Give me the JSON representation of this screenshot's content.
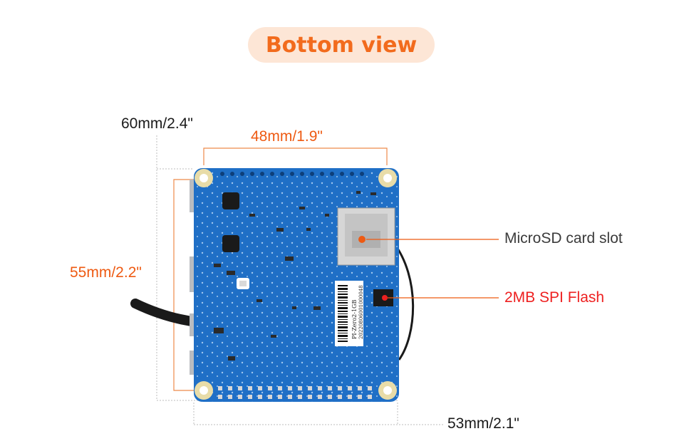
{
  "title": "Bottom view",
  "dimensions": {
    "board_length": "60mm/2.4\"",
    "hole_spacing_x": "48mm/1.9\"",
    "hole_spacing_y": "55mm/2.2\"",
    "board_width": "53mm/2.1\""
  },
  "callouts": {
    "microsd": "MicroSD card slot",
    "spi_flash": "2MB SPI Flash"
  },
  "board": {
    "label_text": "PI-Zero2-1GB",
    "serial": "20220806001000048"
  },
  "colors": {
    "accent": "#f26b1d",
    "pill_bg": "#fde6d6",
    "pcb": "#1f6fc6",
    "pad": "#e8dca8"
  }
}
